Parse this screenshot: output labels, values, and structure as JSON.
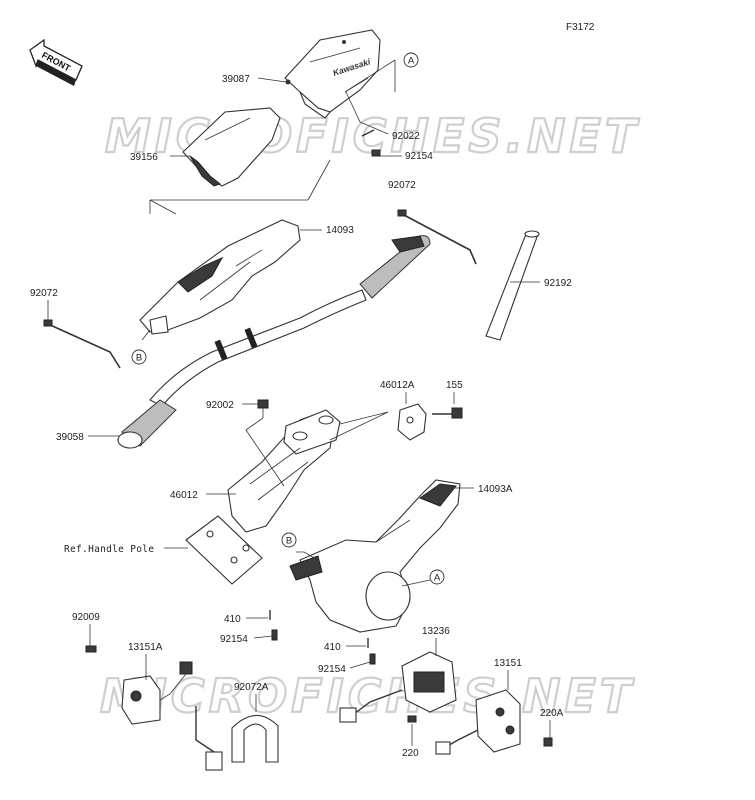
{
  "figure_code": "F3172",
  "front_label": "FRONT",
  "brand_mark": "Kawasaki",
  "watermark": "MICROFICHES.NET",
  "reference_label": "Ref.Handle Pole",
  "parts": {
    "p39087": "39087",
    "p92022": "92022",
    "p92154a": "92154",
    "p39156": "39156",
    "p92072a": "92072",
    "p14093": "14093",
    "p92192": "92192",
    "p92072b": "92072",
    "p39058": "39058",
    "p92002": "92002",
    "p46012a": "46012A",
    "p155": "155",
    "p14093a": "14093A",
    "p46012": "46012",
    "p410a": "410",
    "p92154b": "92154",
    "p410b": "410",
    "p92154c": "92154",
    "p92009": "92009",
    "p13151a": "13151A",
    "p92072c": "92072A",
    "p13236": "13236",
    "p13151": "13151",
    "p220a": "220A",
    "p220": "220"
  },
  "callouts": {
    "a_top": "A",
    "b_left": "B",
    "b_mid": "B",
    "a_mid": "A"
  }
}
